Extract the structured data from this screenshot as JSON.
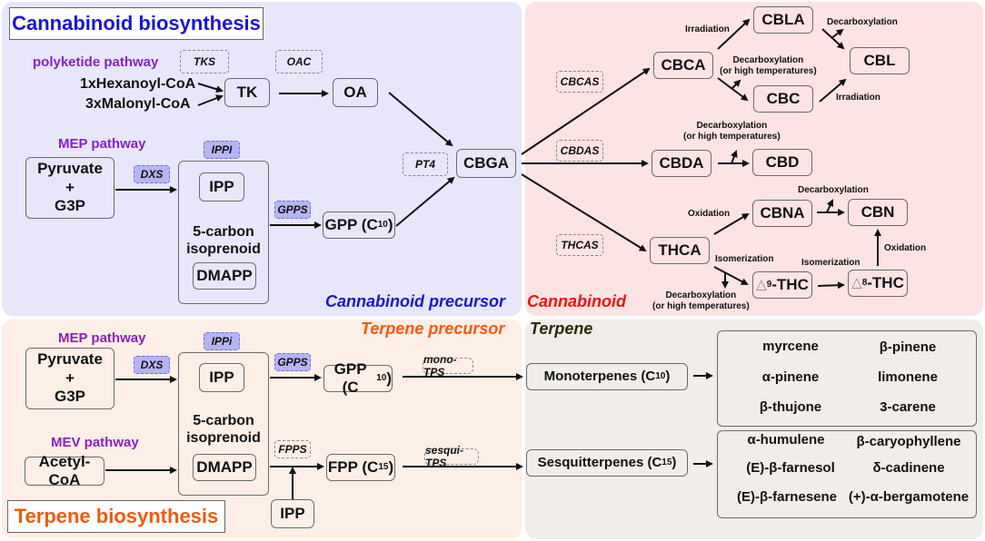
{
  "panels": {
    "cannabinoid_biosynthesis": {
      "title": "Cannabinoid biosynthesis",
      "section_label": "Cannabinoid precursor",
      "colors": {
        "background": "#e7e6fb",
        "title": "#1a14d6",
        "section": "#1a14d6"
      }
    },
    "cannabinoid": {
      "section_label": "Cannabinoid",
      "colors": {
        "background": "#fde3e3",
        "section": "#f01010"
      }
    },
    "terpene_biosynthesis": {
      "title": "Terpene biosynthesis",
      "section_label": "Terpene precursor",
      "colors": {
        "background": "#fdeee6",
        "title": "#f25a0c",
        "section": "#f25a0c"
      }
    },
    "terpene": {
      "section_label": "Terpene",
      "colors": {
        "background": "#f1ede8",
        "section": "#2a2a10"
      }
    }
  },
  "pathway_labels": {
    "polyketide": "polyketide pathway",
    "mep_top": "MEP pathway",
    "mep_bottom": "MEP pathway",
    "mev": "MEV pathway",
    "color": "#8b1fc1"
  },
  "substrates": {
    "hexanoyl": "1xHexanoyl-CoA",
    "malonyl": "3xMalonyl-CoA",
    "pyruvate_top": [
      "Pyruvate",
      "+",
      "G3P"
    ],
    "pyruvate_bottom": [
      "Pyruvate",
      "+",
      "G3P"
    ],
    "acetyl_coa": "Acetyl-CoA"
  },
  "enzymes": {
    "tks": "TKS",
    "oac": "OAC",
    "pt4": "PT4",
    "dxs_top": "DXS",
    "ippi_top": "IPPI",
    "gpps_top": "GPPS",
    "dxs_bottom": "DXS",
    "ippi_bottom": "IPPi",
    "gpps_bottom": "GPPS",
    "fpps": "FPPS",
    "mono_tps": "mono-TPS",
    "sesqui_tps": "sesqui-TPS",
    "cbcas": "CBCAS",
    "cbdas": "CBDAS",
    "thcas": "THCAS"
  },
  "molecules": {
    "tk": "TK",
    "oa": "OA",
    "cbga": "CBGA",
    "ipp": "IPP",
    "dmapp": "DMAPP",
    "isoprenoid": [
      "5-carbon",
      "isoprenoid"
    ],
    "gpp": {
      "base": "GPP (C",
      "sub": "10",
      "end": ")"
    },
    "fpp": {
      "base": "FPP (C",
      "sub": "15",
      "end": ")"
    },
    "ipp_extra": "IPP",
    "cbca": "CBCA",
    "cbla": "CBLA",
    "cbl": "CBL",
    "cbc": "CBC",
    "cbda": "CBDA",
    "cbd": "CBD",
    "thca": "THCA",
    "cbna": "CBNA",
    "cbn": "CBN",
    "d9_thc": {
      "symbol": "△",
      "sup": "9",
      "name": "-THC"
    },
    "d8_thc": {
      "symbol": "△",
      "sup": "8",
      "name": "-THC"
    },
    "monoterpenes": {
      "base": "Monoterpenes (C",
      "sub": "10",
      "end": ")"
    },
    "sesquiterpenes": {
      "base": "Sesquitterpenes (C",
      "sub": "15",
      "end": ")"
    }
  },
  "reaction_labels": {
    "irradiation_1": "Irradiation",
    "decarb_cbla": "Decarboxylation",
    "decarb_cbca": [
      "Decarboxylation",
      "(or high temperatures)"
    ],
    "irradiation_2": "Irradiation",
    "decarb_cbda": [
      "Decarboxylation",
      "(or high temperatures)"
    ],
    "decarb_cbna": "Decarboxylation",
    "oxidation_1": "Oxidation",
    "isomerization_1": "Isomerization",
    "isomerization_2": "Isomerization",
    "oxidation_2": "Oxidation",
    "decarb_thca": [
      "Decarboxylation",
      "(or high temperatures)"
    ]
  },
  "monoterpene_list": [
    "myrcene",
    "β-pinene",
    "α-pinene",
    "limonene",
    "β-thujone",
    "3-carene"
  ],
  "sesquiterpene_list": [
    "α-humulene",
    "β-caryophyllene",
    "(E)-β-farnesol",
    "δ-cadinene",
    "(E)-β-farnesene",
    "(+)-α-bergamotene"
  ]
}
